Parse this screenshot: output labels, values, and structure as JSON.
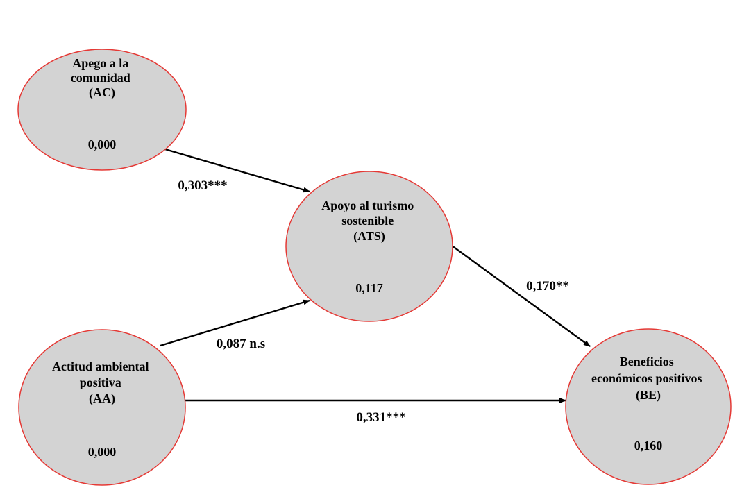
{
  "nodes": {
    "ac": {
      "label_lines": [
        "Apego a la",
        "comunidad",
        "(AC)"
      ],
      "value": "0,000"
    },
    "ats": {
      "label_lines": [
        "Apoyo al turismo",
        "sostenible",
        "(ATS)"
      ],
      "value": "0,117"
    },
    "aa": {
      "label_lines": [
        "Actitud ambiental",
        "positiva",
        "(AA)"
      ],
      "value": "0,000"
    },
    "be": {
      "label_lines": [
        "Beneficios",
        "económicos positivos",
        "(BE)"
      ],
      "value": "0,160"
    }
  },
  "edges": {
    "ac_ats": "0,303***",
    "aa_ats": "0,087 n.s",
    "ats_be": "0,170**",
    "aa_be": "0,331***"
  },
  "colors": {
    "node_fill": "#d3d3d3",
    "node_border": "#e53935",
    "arrow": "#000000"
  }
}
